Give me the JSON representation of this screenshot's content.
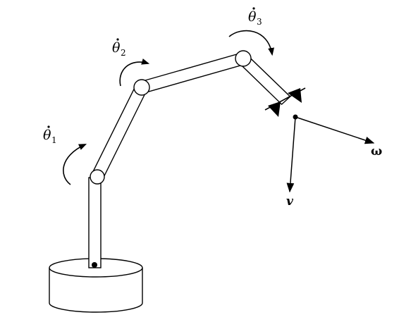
{
  "labels": {
    "theta1": "θ",
    "theta1_sub": "1",
    "theta2": "θ",
    "theta2_sub": "2",
    "theta3": "θ",
    "theta3_sub": "3",
    "omega": "ω",
    "velocity": "v"
  },
  "colors": {
    "stroke": "#000000",
    "fill": "#ffffff"
  }
}
